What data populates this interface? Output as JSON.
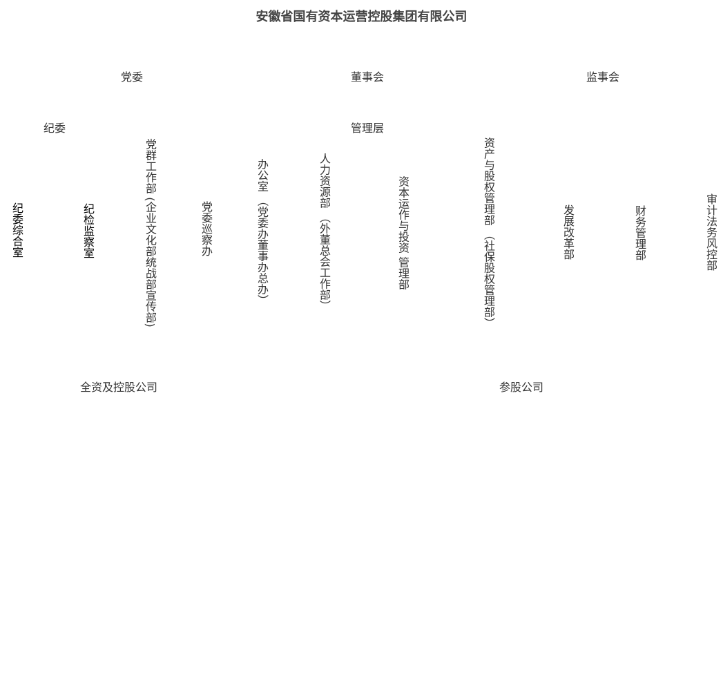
{
  "title": "安徽省国有资本运营控股集团有限公司",
  "top_level": {
    "party_committee": "党委",
    "board_of_directors": "董事会",
    "supervisory_board": "监事会"
  },
  "second_level": {
    "discipline_committee": "纪委",
    "management": "管理层"
  },
  "departments": [
    {
      "name": "纪委综合室",
      "sub": ""
    },
    {
      "name": "纪检监察室",
      "sub": ""
    },
    {
      "name": "党群工作部",
      "sub": "(企业文化部统战部宣传部)"
    },
    {
      "name": "党委巡察办",
      "sub": ""
    },
    {
      "name": "办公室",
      "sub": "（党委办董事办总办）"
    },
    {
      "name": "人力资源部",
      "sub": "（外董总会工作部）"
    },
    {
      "name": "资本运作与投资",
      "sub": "管理部"
    },
    {
      "name": "资产与股权管理部",
      "sub": "（社保股权管理部）"
    },
    {
      "name": "发展改革部",
      "sub": ""
    },
    {
      "name": "财务管理部",
      "sub": ""
    },
    {
      "name": "审计法务风控部",
      "sub": ""
    }
  ],
  "subsidiaries": {
    "wholly_owned": "全资及控股公司",
    "equity_participation": "参股公司"
  }
}
